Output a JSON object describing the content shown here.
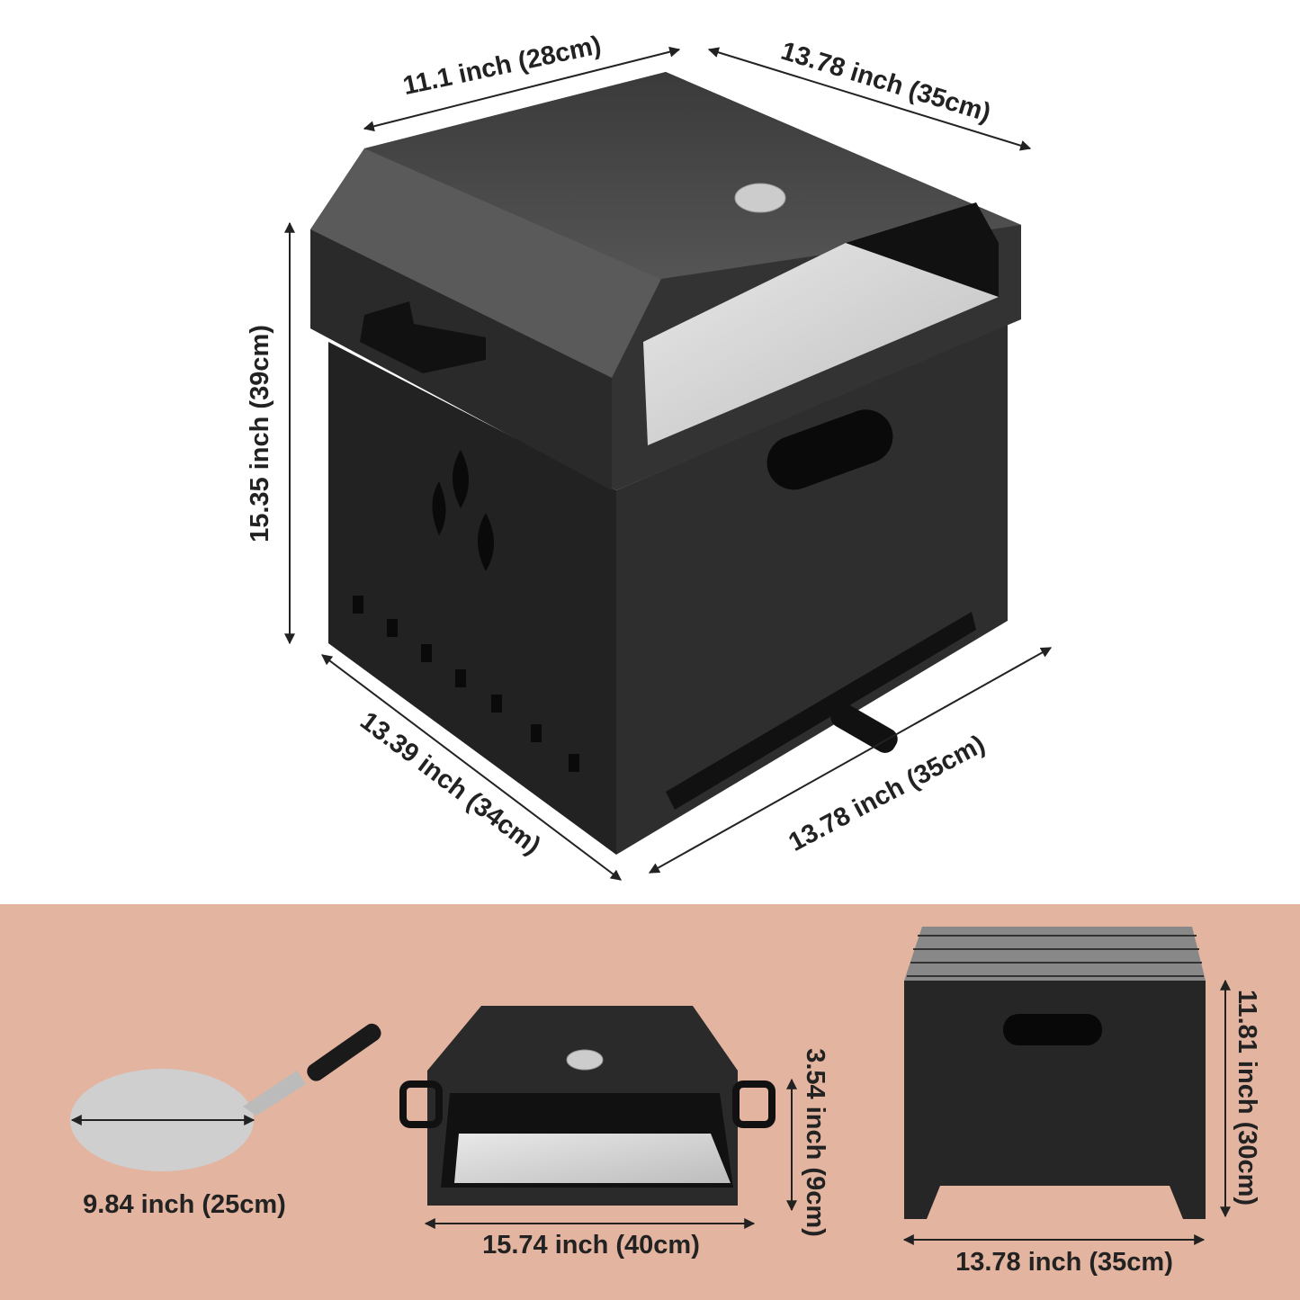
{
  "main_oven": {
    "top_width_label": "11.1 inch (28cm)",
    "top_depth_label": "13.78 inch (35cm)",
    "height_label": "15.35 inch (39cm)",
    "base_depth_label": "13.39 inch (34cm)",
    "base_width_label": "13.78 inch (35cm)"
  },
  "pizza_peel": {
    "diameter_label": "9.84 inch (25cm)"
  },
  "oven_top": {
    "width_label": "15.74 inch (40cm)",
    "height_label": "3.54 inch (9cm)"
  },
  "grill_base": {
    "width_label": "13.78 inch (35cm)",
    "height_label": "11.81 inch (30cm)"
  },
  "colors": {
    "panel_background": "#E3B49F",
    "body": "#2B2B2B",
    "stone": "#D9D9D9"
  }
}
